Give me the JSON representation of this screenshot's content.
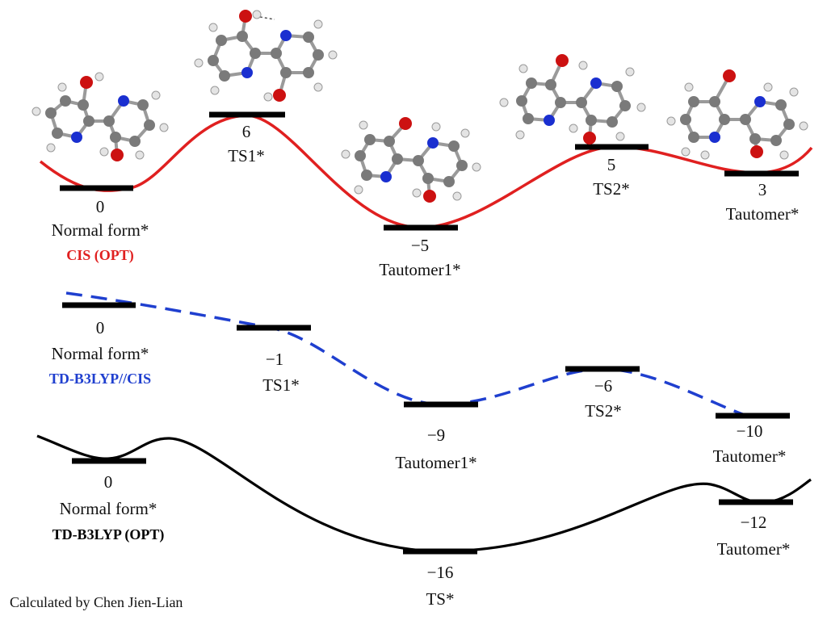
{
  "credit": "Calculated by Chen Jien-Lian",
  "colors": {
    "cis": "#e02020",
    "tddft_single": "#1f3fcf",
    "tddft_opt": "#000000",
    "oxygen": "#cc1111",
    "nitrogen": "#1a2fd0",
    "carbon": "#7a7a7a",
    "hydrogen": "#e4e4e4"
  },
  "panels": [
    {
      "method": "CIS (OPT)",
      "method_color": "#e02020",
      "line_style": "solid",
      "states": [
        {
          "value": "0",
          "name": "Normal form*"
        },
        {
          "value": "6",
          "name": "TS1*"
        },
        {
          "value": "−5",
          "name": "Tautomer1*"
        },
        {
          "value": "5",
          "name": "TS2*"
        },
        {
          "value": "3",
          "name": "Tautomer*"
        }
      ],
      "molecule_icons": [
        "normal-form-molecule-icon",
        "ts1-molecule-icon",
        "tautomer1-molecule-icon",
        "ts2-molecule-icon",
        "tautomer-molecule-icon"
      ]
    },
    {
      "method": "TD-B3LYP//CIS",
      "method_color": "#1f3fcf",
      "line_style": "dashed",
      "states": [
        {
          "value": "0",
          "name": "Normal form*"
        },
        {
          "value": "−1",
          "name": "TS1*"
        },
        {
          "value": "−9",
          "name": "Tautomer1*"
        },
        {
          "value": "−6",
          "name": "TS2*"
        },
        {
          "value": "−10",
          "name": "Tautomer*"
        }
      ]
    },
    {
      "method": "TD-B3LYP (OPT)",
      "method_color": "#000000",
      "line_style": "solid",
      "states": [
        {
          "value": "0",
          "name": "Normal form*"
        },
        {
          "value": "−16",
          "name": "TS*"
        },
        {
          "value": "−12",
          "name": "Tautomer*"
        }
      ]
    }
  ]
}
